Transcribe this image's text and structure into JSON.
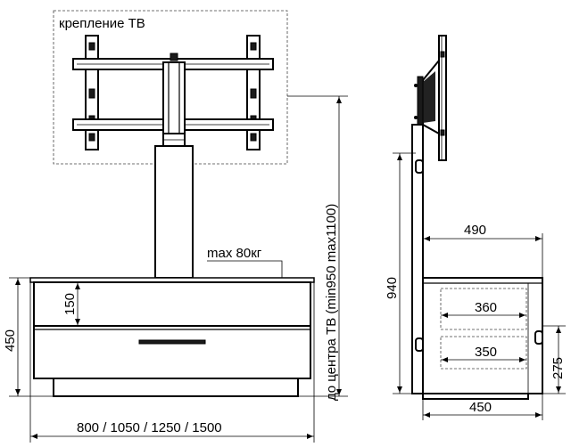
{
  "labels": {
    "tv_mount": "крепление ТВ",
    "max_load": "max 80кг",
    "tv_center": "до центра ТВ (min950 max1100)",
    "width_options": "800 / 1050 / 1250 / 1500",
    "height_total": "450",
    "drawer_height": "150",
    "height_side": "940",
    "depth_top": "490",
    "depth_inner_upper": "360",
    "depth_inner_lower": "350",
    "depth_base": "450",
    "height_shelf": "275"
  },
  "colors": {
    "line": "#000000",
    "dashed": "#444444",
    "background": "#ffffff"
  }
}
